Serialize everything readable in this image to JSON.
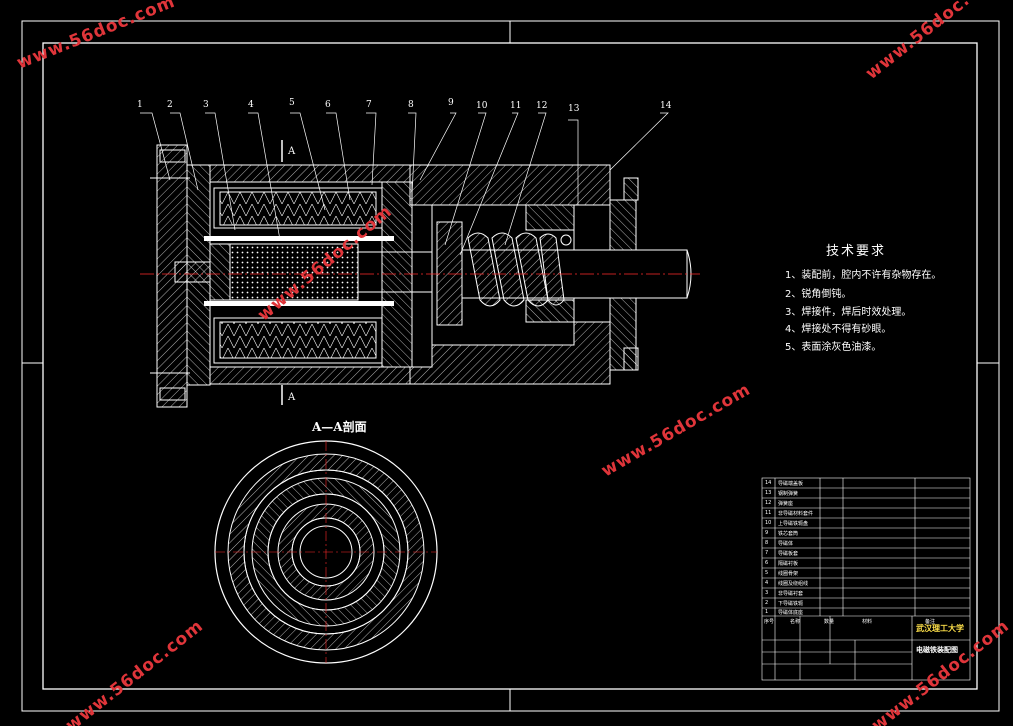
{
  "watermark": "www.56doc.com",
  "section_label": "A—A剖面",
  "cut_marker": "A",
  "requirements": {
    "title": "技术要求",
    "items": [
      "1、装配前，腔内不许有杂物存在。",
      "2、锐角倒钝。",
      "3、焊接件，焊后时效处理。",
      "4、焊接处不得有砂眼。",
      "5、表面涂灰色油漆。"
    ]
  },
  "part_numbers": [
    "1",
    "2",
    "3",
    "4",
    "5",
    "6",
    "7",
    "8",
    "9",
    "10",
    "11",
    "12",
    "13",
    "14"
  ],
  "title_block": {
    "school": "武汉理工大学",
    "drawing_name": "电磁铁装配图",
    "parts_list": [
      {
        "no": "14",
        "name": "导磁端盖板"
      },
      {
        "no": "13",
        "name": "钢制弹簧"
      },
      {
        "no": "12",
        "name": "弹簧座"
      },
      {
        "no": "11",
        "name": "非导磁材料套件"
      },
      {
        "no": "10",
        "name": "上导磁铁轭盘"
      },
      {
        "no": "9",
        "name": "铁芯套筒"
      },
      {
        "no": "8",
        "name": "导磁体"
      },
      {
        "no": "7",
        "name": "导磁板套"
      },
      {
        "no": "6",
        "name": "隔磁衬板"
      },
      {
        "no": "5",
        "name": "线圈骨架"
      },
      {
        "no": "4",
        "name": "线圈及绕组线"
      },
      {
        "no": "3",
        "name": "非导磁衬套"
      },
      {
        "no": "2",
        "name": "下导磁铁轭"
      },
      {
        "no": "1",
        "name": "导磁体底座"
      }
    ],
    "header": [
      "序号",
      "名称",
      "数量",
      "材料",
      "备注"
    ]
  },
  "colors": {
    "line": "#ffffff",
    "accent_red": "#ff2a2a",
    "watermark": "#e0353a",
    "text_yellow": "#ffe14a"
  }
}
